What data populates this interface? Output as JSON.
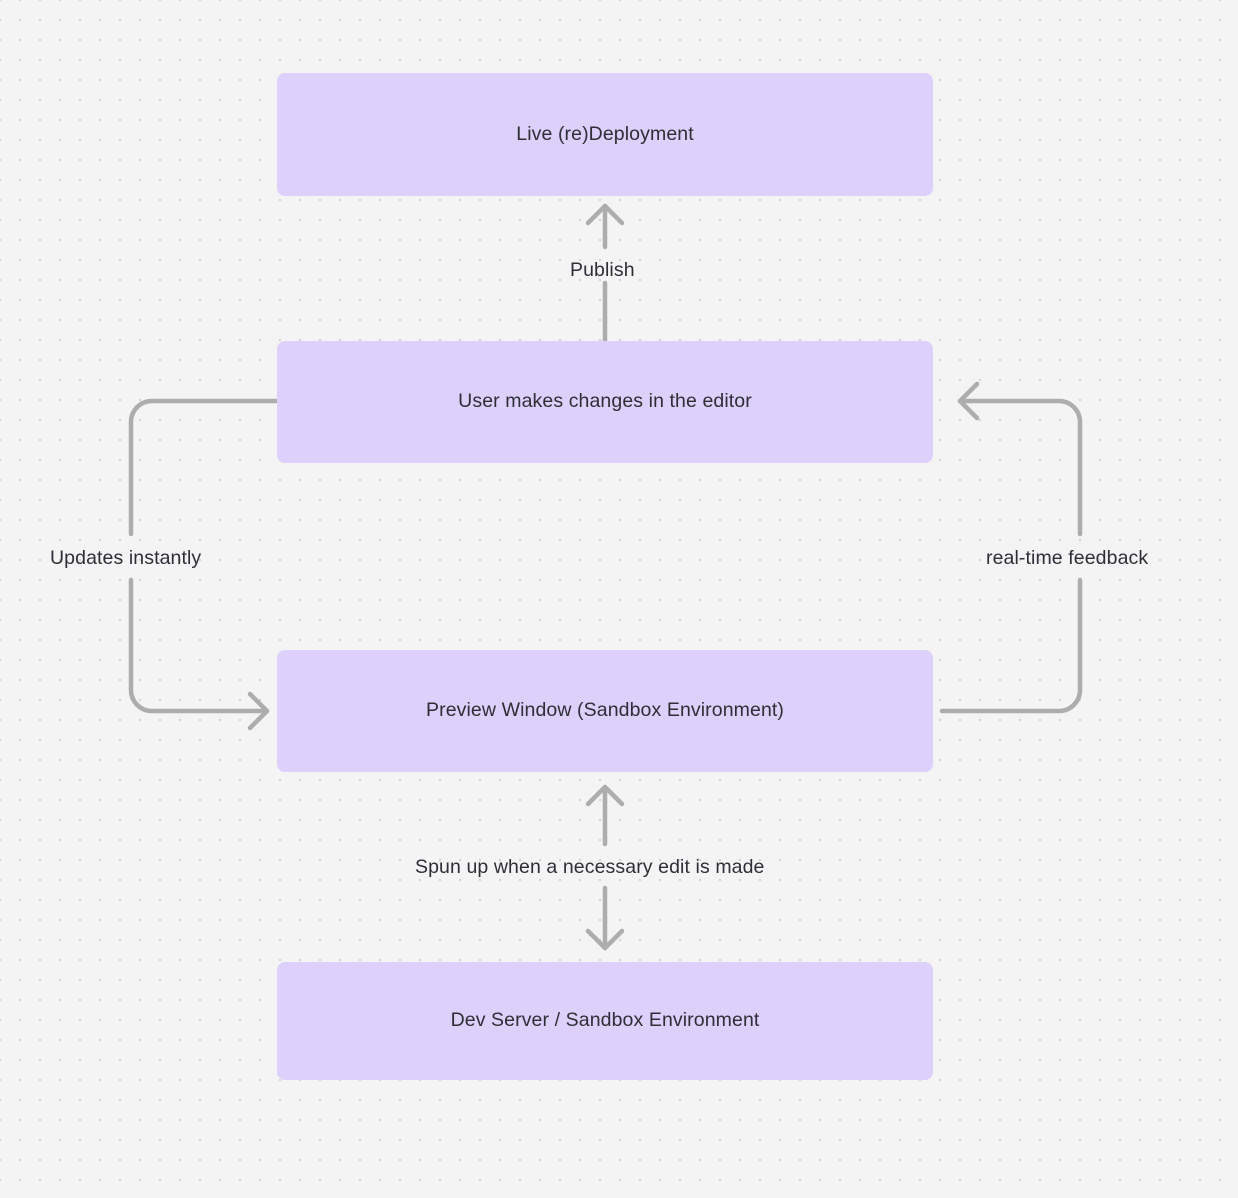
{
  "diagram": {
    "type": "flowchart",
    "background_color": "#f4f4f5",
    "node_color": "#ddd0fb",
    "edge_color": "#adadad",
    "text_color": "#2e2e36",
    "nodes": [
      {
        "id": "live",
        "label": "Live (re)Deployment"
      },
      {
        "id": "user",
        "label": "User makes changes in the editor"
      },
      {
        "id": "preview",
        "label": "Preview Window (Sandbox Environment)"
      },
      {
        "id": "dev",
        "label": "Dev Server / Sandbox Environment"
      }
    ],
    "edges": [
      {
        "id": "publish",
        "from": "user",
        "to": "live",
        "label": "Publish",
        "direction": "up"
      },
      {
        "id": "updates",
        "from": "user",
        "to": "preview",
        "label": "Updates instantly",
        "direction": "left-loop"
      },
      {
        "id": "realtime",
        "from": "preview",
        "to": "user",
        "label": "real-time feedback",
        "direction": "right-loop"
      },
      {
        "id": "spun",
        "from": "preview",
        "to": "dev",
        "label": "Spun up when a necessary edit is made",
        "direction": "bidirectional"
      }
    ]
  }
}
